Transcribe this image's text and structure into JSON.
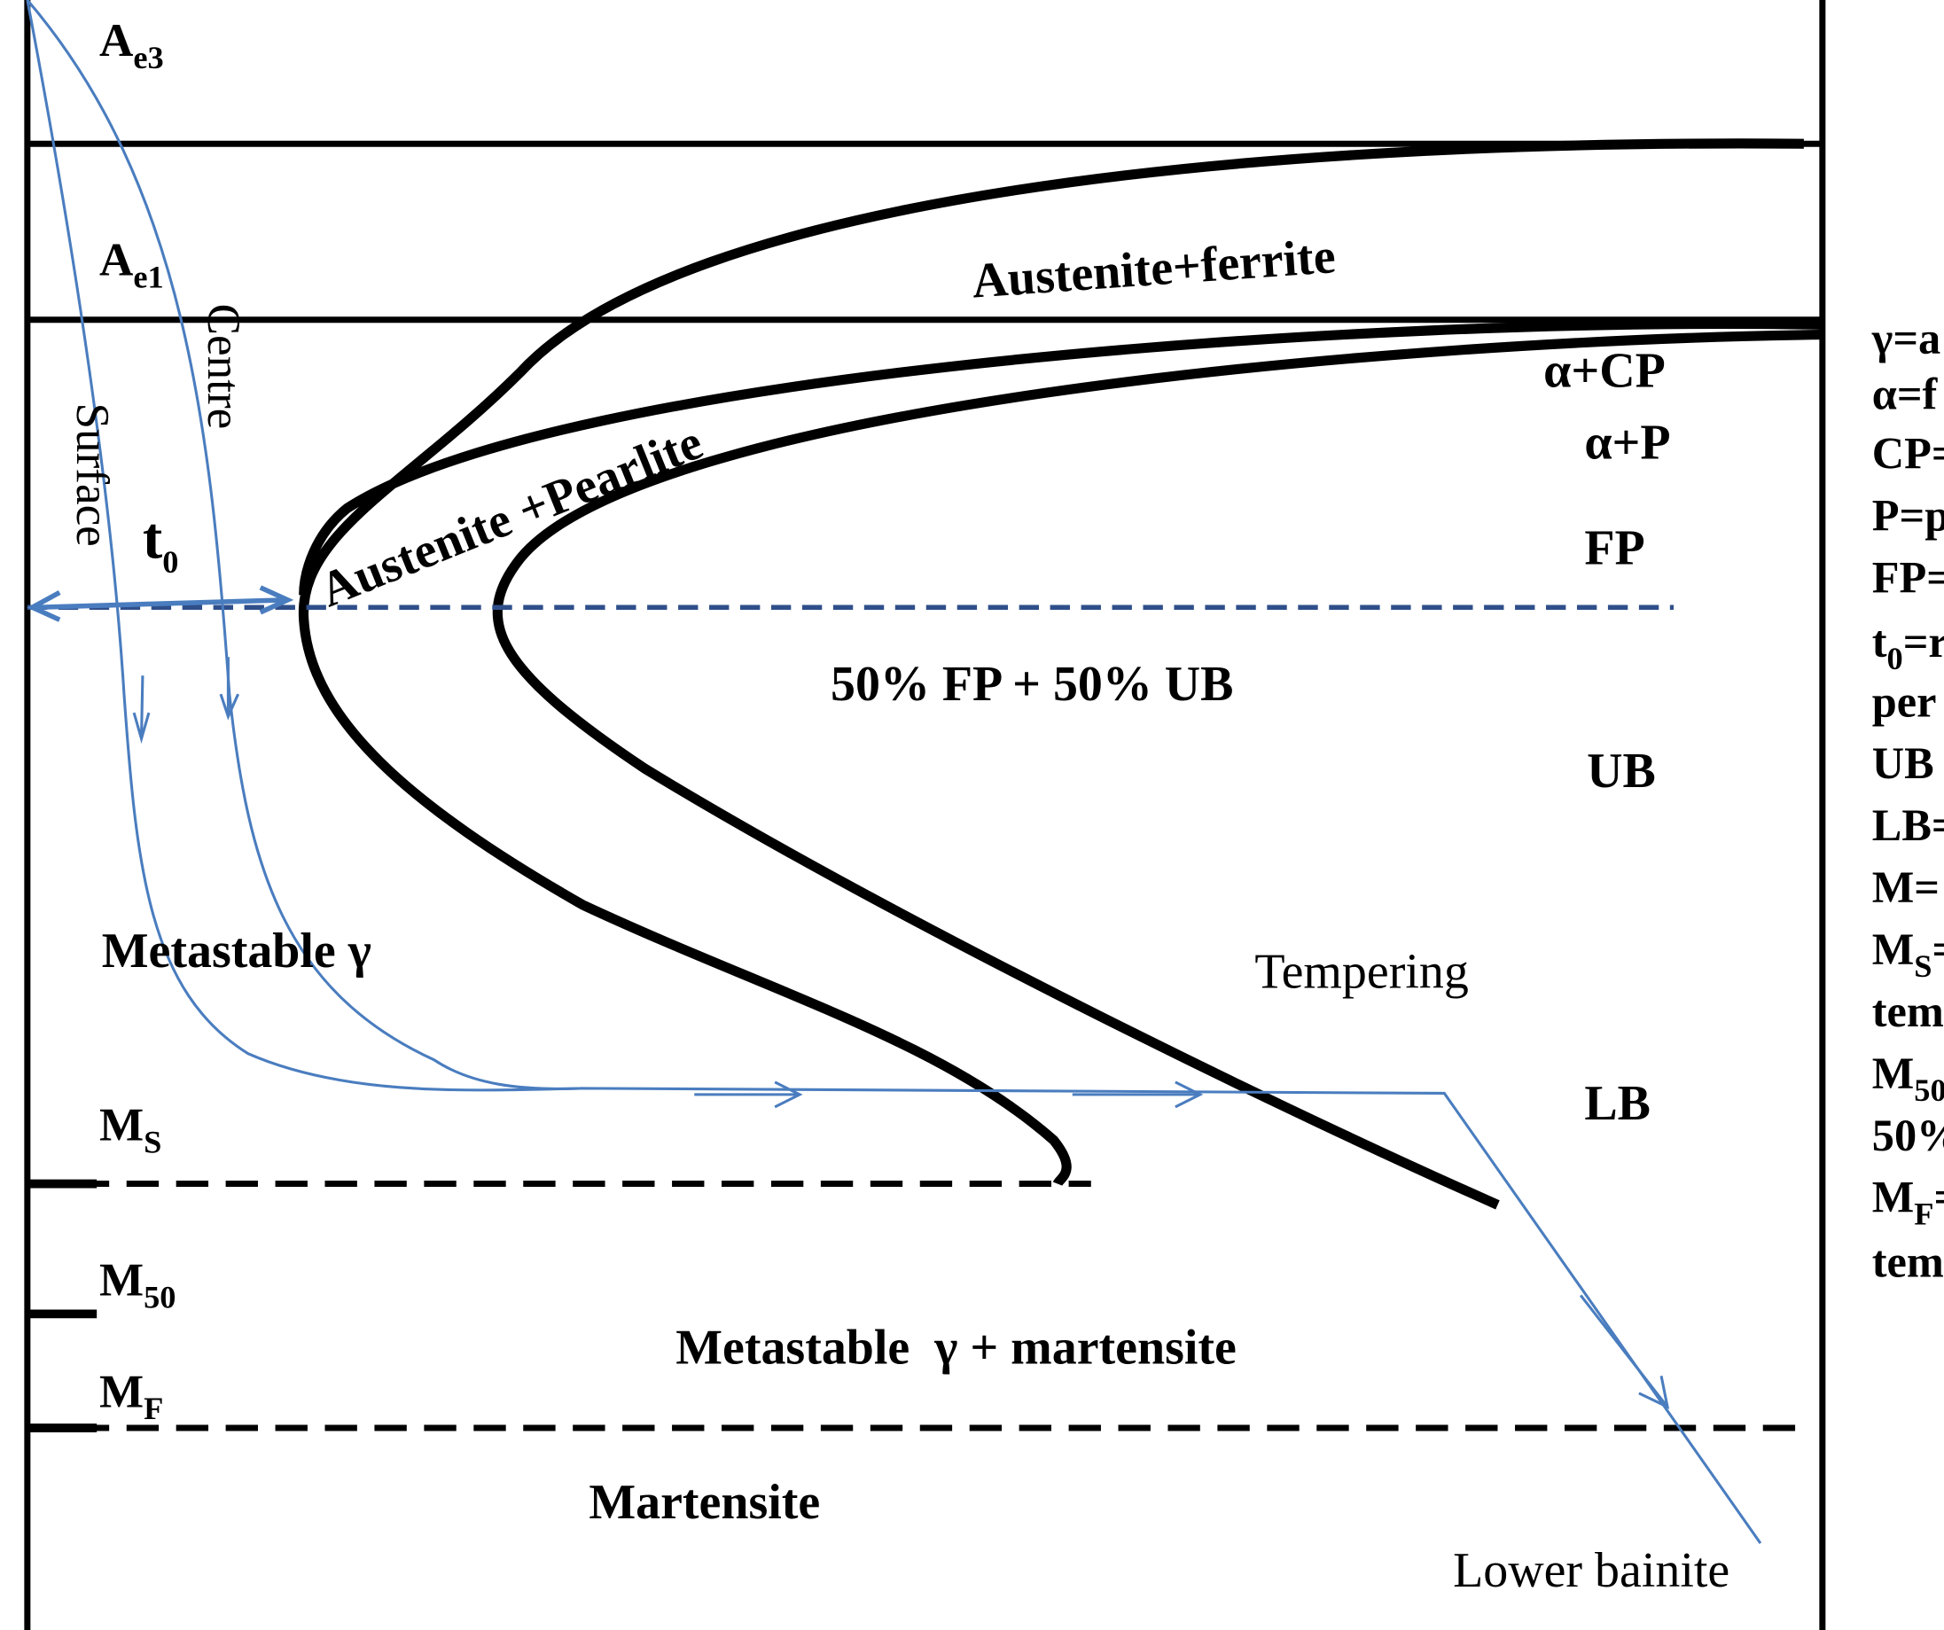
{
  "diagram": {
    "levels": {
      "ae3": {
        "main": "A",
        "sub": "e3"
      },
      "ae1": {
        "main": "A",
        "sub": "e1"
      },
      "ms": {
        "main": "M",
        "sub": "S"
      },
      "m50": {
        "main": "M",
        "sub": "50"
      },
      "mf": {
        "main": "M",
        "sub": "F"
      }
    },
    "cooling_curves": {
      "surface": "Surface",
      "centre": "Centre"
    },
    "t0": {
      "main": "t",
      "sub": "0"
    },
    "regions": {
      "austenite_ferrite": "Austenite+ferrite",
      "austenite_pearlite": "Austenite +Pearlite",
      "alpha_cp": "α+CP",
      "alpha_p": "α+P",
      "fp": "FP",
      "fp_ub": "50% FP + 50% UB",
      "ub": "UB",
      "metastable_gamma": "Metastable γ",
      "tempering": "Tempering",
      "lb": "LB",
      "metastable_martensite": "Metastable  γ + martensite",
      "martensite": "Martensite",
      "lower_bainite": "Lower bainite"
    },
    "legend": [
      {
        "text": "γ=a"
      },
      {
        "text": "α=f"
      },
      {
        "text": "CP="
      },
      {
        "text": "P=p"
      },
      {
        "text": "FP="
      },
      {
        "main": "t",
        "sub": "0",
        "text": "=r"
      },
      {
        "text": "per"
      },
      {
        "text": "UB"
      },
      {
        "text": "LB="
      },
      {
        "text": "M="
      },
      {
        "main": "M",
        "sub": "S",
        "text": "="
      },
      {
        "text": "tem"
      },
      {
        "main": "M",
        "sub": "50",
        "text": ""
      },
      {
        "text": "50%"
      },
      {
        "main": "M",
        "sub": "F",
        "text": "="
      },
      {
        "text": "tem"
      }
    ],
    "colors": {
      "curve": "#000000",
      "cooling": "#4a7dbf",
      "t0_line": "#2f4f8a"
    }
  }
}
